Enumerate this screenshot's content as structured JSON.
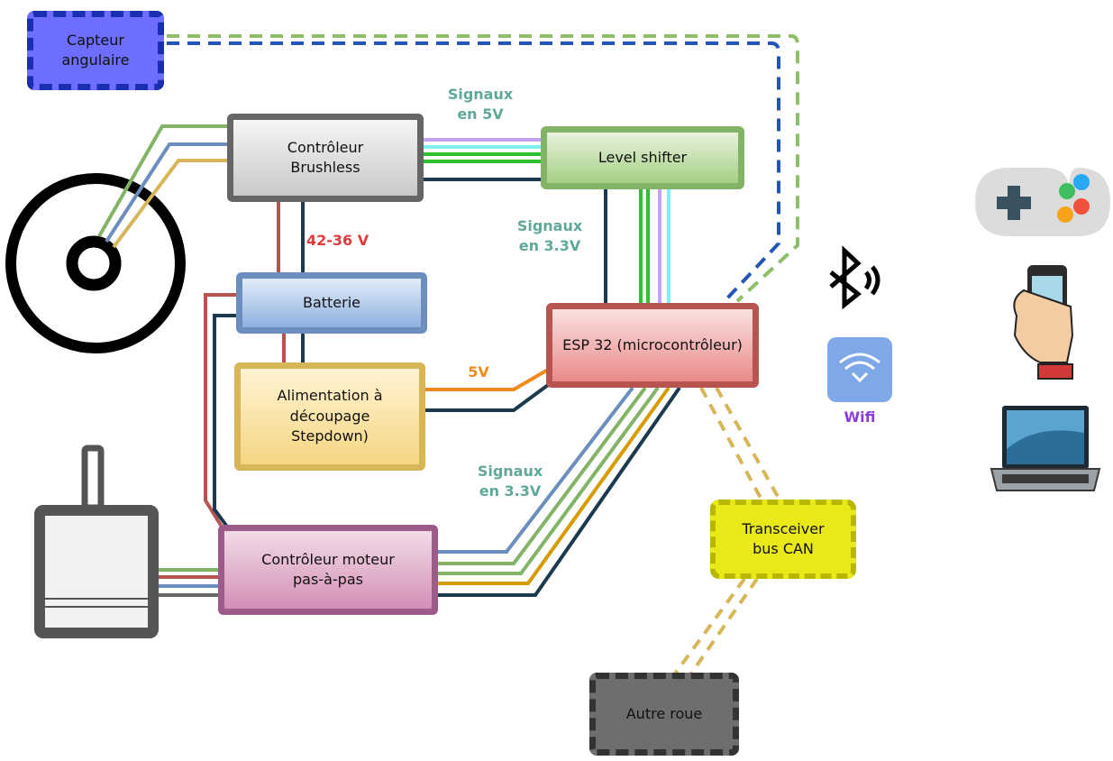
{
  "blocks": {
    "angle_sensor": "Capteur angulaire",
    "brushless_ctrl": "Contrôleur Brushless",
    "level_shifter": "Level shifter",
    "battery": "Batterie",
    "esp32": "ESP 32 (microcontrôleur)",
    "power_supply": "Alimentation à découpage Stepdown)",
    "stepper_ctrl": "Contrôleur moteur pas-à-pas",
    "can_transceiver": "Transceiver bus CAN",
    "other_wheel": "Autre roue"
  },
  "labels": {
    "signals_5v": "Signaux en 5V",
    "signals_33v_top": "Signaux en 3.3V",
    "signals_33v_bottom": "Signaux en 3.3V",
    "voltage": "42-36 V",
    "five_v": "5V",
    "wifi": "Wifi"
  },
  "icons": [
    "gamepad-icon",
    "bluetooth-icon",
    "wifi-icon",
    "smartphone-hand-icon",
    "laptop-icon",
    "brushless-motor-icon",
    "stepper-motor-icon"
  ],
  "colors": {
    "teal_label": "#5fa89a",
    "red_label": "#e03b3b",
    "orange_label": "#f08a1c",
    "wifi_label": "#8a3dd8",
    "angle_sensor_border": "#1a2fb0",
    "can_fill": "#e9e91a"
  }
}
